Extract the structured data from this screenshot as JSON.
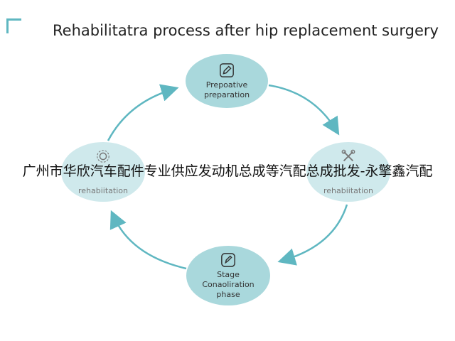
{
  "title": "Rehabilitatra process after hip replacement surgery",
  "nodes": {
    "top": {
      "label": "Prepoative preparation",
      "icon": "pencil-icon"
    },
    "right": {
      "label": "rehabiitation",
      "icon": "tools-icon"
    },
    "bottom": {
      "label": "Stage Conaoliration phase",
      "icon": "pencil-icon"
    },
    "left": {
      "label": "rehabiitation",
      "icon": "gear-icon"
    }
  },
  "overlay_text": "广州市华欣汽车配件专业供应发动机总成等汽配总成批发-永擎鑫汽配",
  "colors": {
    "accent": "#5fb7c1",
    "node_fill": "#a9d8dc"
  }
}
